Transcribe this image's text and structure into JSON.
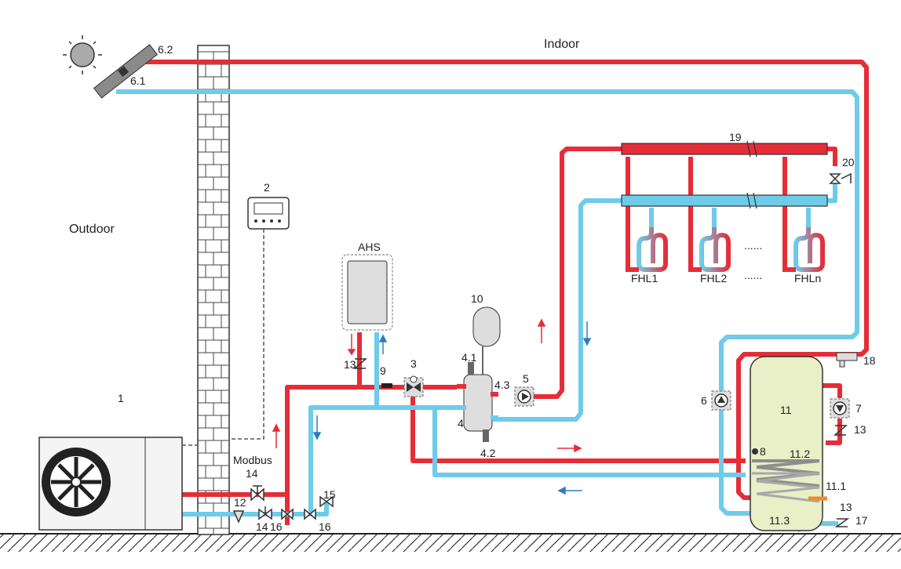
{
  "regions": {
    "indoor": "Indoor",
    "outdoor": "Outdoor"
  },
  "components": {
    "outdoor_unit": "1",
    "controller": "2",
    "three_way_valve": "3",
    "sensor_4_1": "4.1",
    "sensor_4_2": "4.2",
    "sensor_4_3": "4.3",
    "buffer_label": "4",
    "pump_5": "5",
    "pump_6": "6",
    "pump_7": "7",
    "sensor_8": "8",
    "sensor_9": "9",
    "expansion_vessel": "10",
    "dhw_tank": "11",
    "coil_11_1": "11.1",
    "coil_11_2": "11.2",
    "coil_11_3": "11.3",
    "filter_12": "12",
    "check_valve_13_a": "13",
    "check_valve_13_b": "13",
    "check_valve_13_c": "13",
    "shutoff_valve_14_top": "14",
    "shutoff_valve_14_bottom": "14",
    "drain_valve_15": "15",
    "valve_16_a": "16",
    "valve_16_b": "16",
    "cold_inlet_17": "17",
    "hot_tap_18": "18",
    "manifold_19": "19",
    "bypass_valve_20": "20",
    "solar_6_1": "6.1",
    "solar_6_2": "6.2",
    "ahs": "AHS",
    "modbus": "Modbus",
    "floor_loops": [
      "FHL1",
      "FHL2",
      "FHLn"
    ],
    "ellipsis_top": "......",
    "ellipsis_bottom": "......"
  },
  "colors": {
    "supply": "#e52d38",
    "return": "#6ecbea",
    "tank": "#e9efc6",
    "wall": "#ffffff",
    "device": "#dedede",
    "outline": "#333333"
  }
}
